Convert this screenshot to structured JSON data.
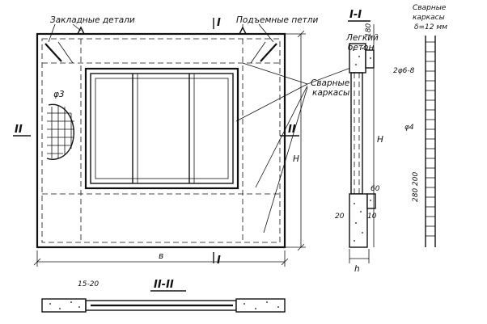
{
  "labels": {
    "embedded_parts": "Закладные детали",
    "lifting_loops": "Подъемные петли",
    "light_concrete_1": "Легкий",
    "light_concrete_2": "бетон",
    "welded_cages_1": "Сварные",
    "welded_cages_2": "каркасы",
    "welded_cages_side_1": "Сварные",
    "welded_cages_side_2": "каркасы",
    "welded_cages_side_3": "δ=12 мм",
    "mesh_dia": "φ3",
    "rebar_top": "2φ6-8",
    "rebar_mid": "φ4",
    "dim_h_side": "H",
    "dim_h_section": "H",
    "dim_b": "в",
    "dim_h_small": "h",
    "dim_60": "60",
    "dim_20": "20",
    "dim_10": "10",
    "dim_280_200": "280 200",
    "dim_15_20": "15-20",
    "dim_top": "180"
  },
  "sections": {
    "sec_I_top": "I",
    "sec_I_bottom": "I",
    "sec_II_left": "II",
    "sec_II_right": "II",
    "title_I_I": "I-I",
    "title_II_II": "II-II"
  }
}
